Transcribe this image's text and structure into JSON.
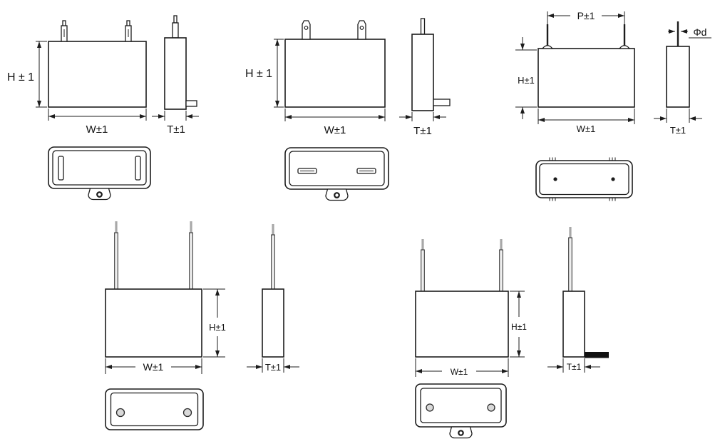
{
  "colors": {
    "line": "#1c1c1c",
    "wire_tip": "#a8a8a8",
    "wire_insulation": "#efefef",
    "solder_tab": "#111111"
  },
  "groups": [
    {
      "id": "quick-connect-terminal-a",
      "labels": {
        "h": "H ± 1",
        "w": "W±1",
        "t": "T±1"
      }
    },
    {
      "id": "quick-connect-terminal-b",
      "labels": {
        "h": "H ± 1",
        "w": "W±1",
        "t": "T±1"
      }
    },
    {
      "id": "solder-pin-type",
      "labels": {
        "p": "P±1",
        "h": "H±1",
        "w": "W±1",
        "t": "T±1",
        "d": "Φd"
      }
    },
    {
      "id": "wire-lead-type",
      "labels": {
        "h": "H±1",
        "w": "W±1",
        "t": "T±1"
      }
    },
    {
      "id": "wire-lead-with-tab-type",
      "labels": {
        "h": "H±1",
        "w": "W±1",
        "t": "T±1"
      }
    }
  ]
}
